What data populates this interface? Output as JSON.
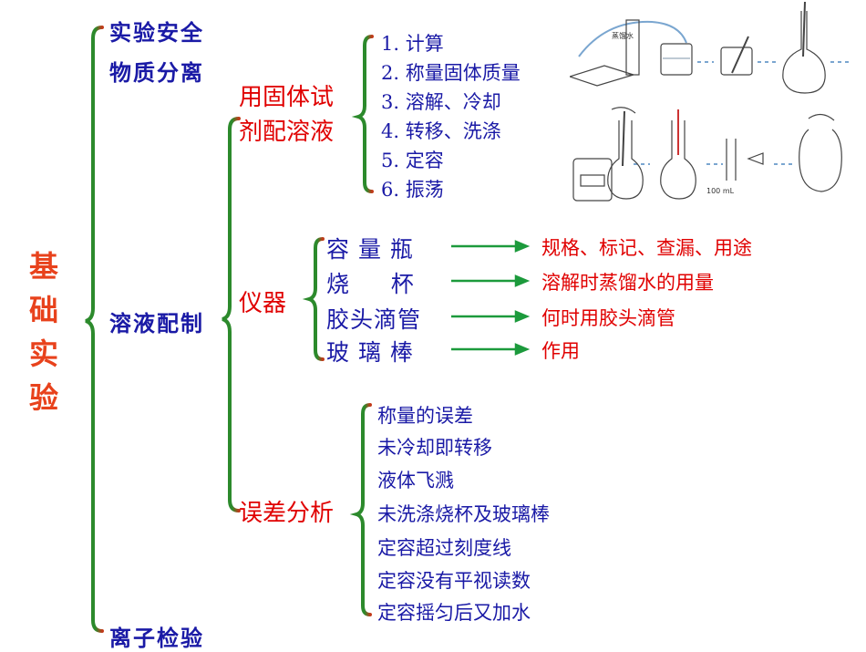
{
  "root": {
    "label": "基础实验"
  },
  "level1": [
    {
      "label": "实验安全"
    },
    {
      "label": "物质分离"
    },
    {
      "label": "溶液配制"
    },
    {
      "label": "离子检验"
    }
  ],
  "solution": {
    "solid": {
      "label_line1": "用固体试",
      "label_line2": "剂配溶液",
      "steps": [
        "1. 计算",
        "2. 称量固体质量",
        "3. 溶解、冷却",
        "4. 转移、洗涤",
        "5. 定容",
        "6. 振荡"
      ]
    },
    "instruments": {
      "label": "仪器",
      "items": [
        {
          "name": "容 量 瓶",
          "note": "规格、标记、查漏、用途"
        },
        {
          "name": "烧     杯",
          "note": "溶解时蒸馏水的用量"
        },
        {
          "name": "胶头滴管",
          "note": "何时用胶头滴管"
        },
        {
          "name": "玻 璃 棒",
          "note": "作用"
        }
      ]
    },
    "errors": {
      "label": "误差分析",
      "items": [
        "称量的误差",
        "未冷却即转移",
        "液体飞溅",
        "未洗涤烧杯及玻璃棒",
        "定容超过刻度线",
        "定容没有平视读数",
        "定容摇匀后又加水"
      ]
    }
  },
  "illustration": {
    "labels": [
      "蒸馏水",
      "100 mL"
    ]
  },
  "colors": {
    "root": "#e8421c",
    "level1": "#1a1aa6",
    "level2": "#e00000",
    "brace": "#2c8a2c",
    "arrow": "#1c9a3c"
  }
}
